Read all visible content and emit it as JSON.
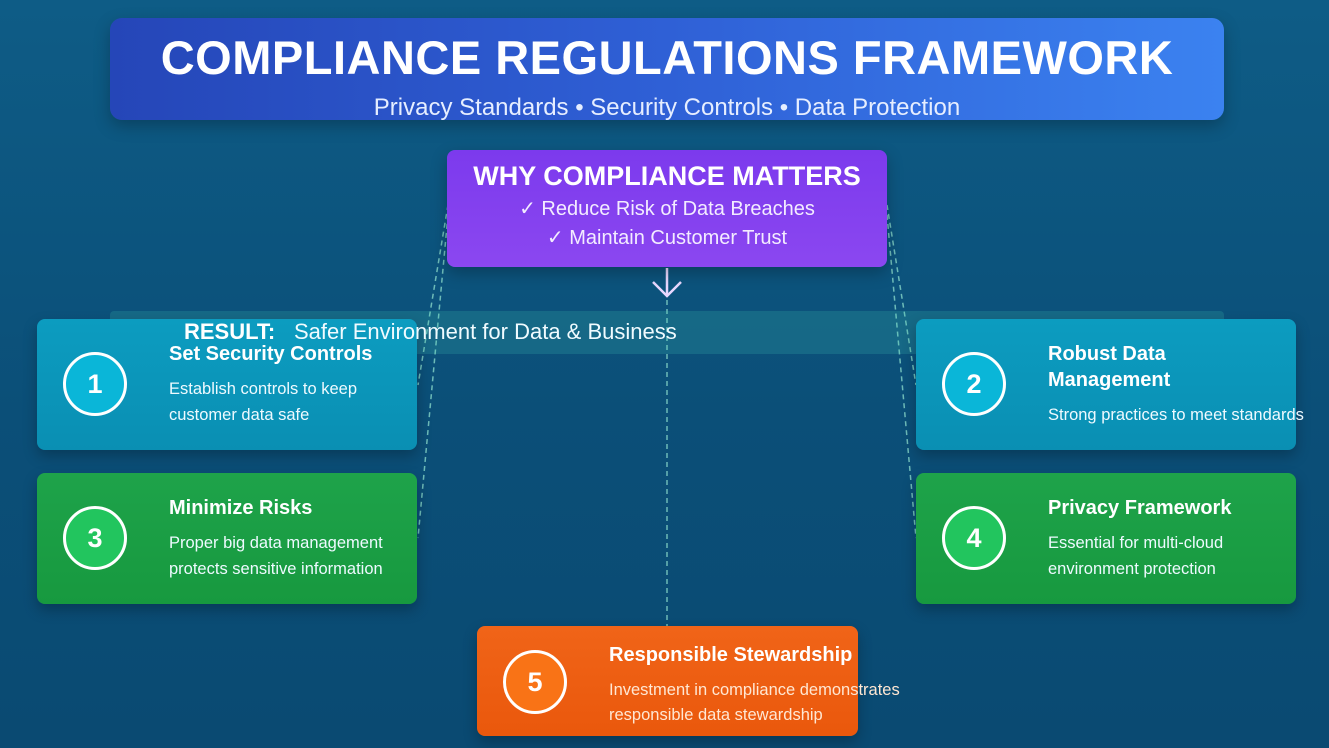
{
  "header": {
    "title": "COMPLIANCE REGULATIONS FRAMEWORK",
    "subtitle": "Privacy Standards • Security Controls • Data Protection"
  },
  "why": {
    "title": "WHY COMPLIANCE MATTERS",
    "items": [
      "✓ Reduce Risk of Data Breaches",
      "✓ Maintain Customer Trust"
    ]
  },
  "result": {
    "label": "RESULT:",
    "text": "Safer Environment for Data & Business"
  },
  "cards": [
    {
      "number": "1",
      "title": "Set Security Controls",
      "desc": [
        "Establish controls to keep",
        "customer data safe"
      ]
    },
    {
      "number": "2",
      "title": [
        "Robust Data",
        "Management"
      ],
      "desc": [
        "Strong practices to meet standards"
      ]
    },
    {
      "number": "3",
      "title": "Minimize Risks",
      "desc": [
        "Proper big data management",
        "protects sensitive information"
      ]
    },
    {
      "number": "4",
      "title": "Privacy Framework",
      "desc": [
        "Essential for multi-cloud",
        "environment protection"
      ]
    },
    {
      "number": "5",
      "title": "Responsible Stewardship",
      "desc": [
        "Investment in compliance demonstrates",
        "responsible data stewardship"
      ]
    }
  ],
  "colors": {
    "header": "#2f60d6",
    "why": "#7c3aed",
    "blue_card": "#0c9cc0",
    "green_card": "#1ea34a",
    "orange_card": "#ea580c",
    "connector": "#7fd4c8"
  }
}
